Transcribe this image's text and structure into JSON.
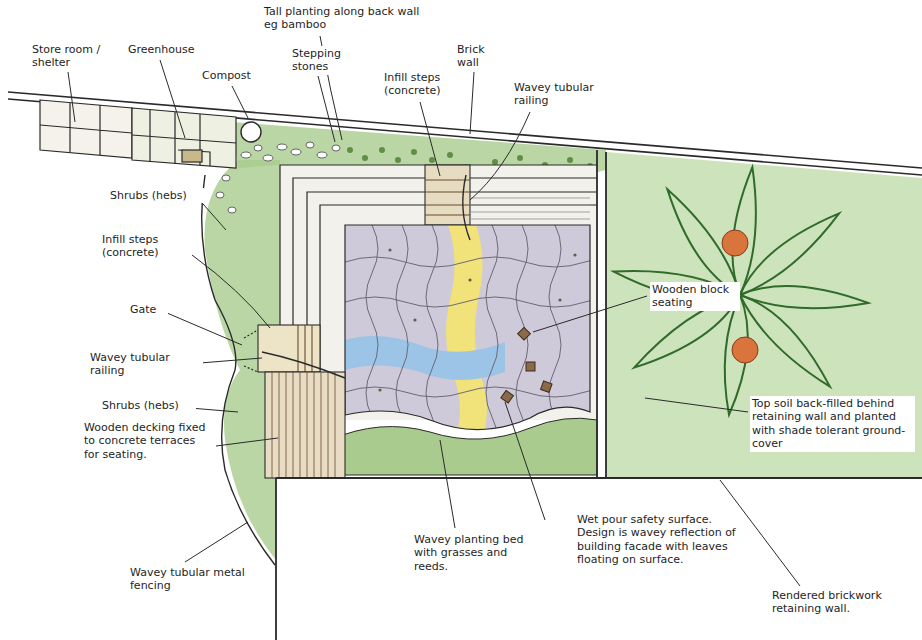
{
  "diagram": {
    "labels": [
      "Store room / shelter",
      "Greenhouse",
      "Tall planting along back wall eg bamboo",
      "Brick wall",
      "Compost",
      "Stepping stones",
      "Infill steps (concrete)",
      "Wavey tubular railing",
      "Shrubs (hebs)",
      "Infill steps (concrete)",
      "Gate",
      "Wavey tubular railing",
      "Wooden block seating",
      "Shrubs (hebs)",
      "Wooden decking fixed to concrete terraces for seating.",
      "Top soil back-filled behind retaining wall and planted with shade tolerant ground-cover",
      "Wet pour safety surface. Design is wavey reflection of building facade with leaves floating on surface.",
      "Wavey planting bed with grasses and reeds.",
      "Wavey tubular metal fencing",
      "Rendered brickwork retaining wall."
    ]
  }
}
